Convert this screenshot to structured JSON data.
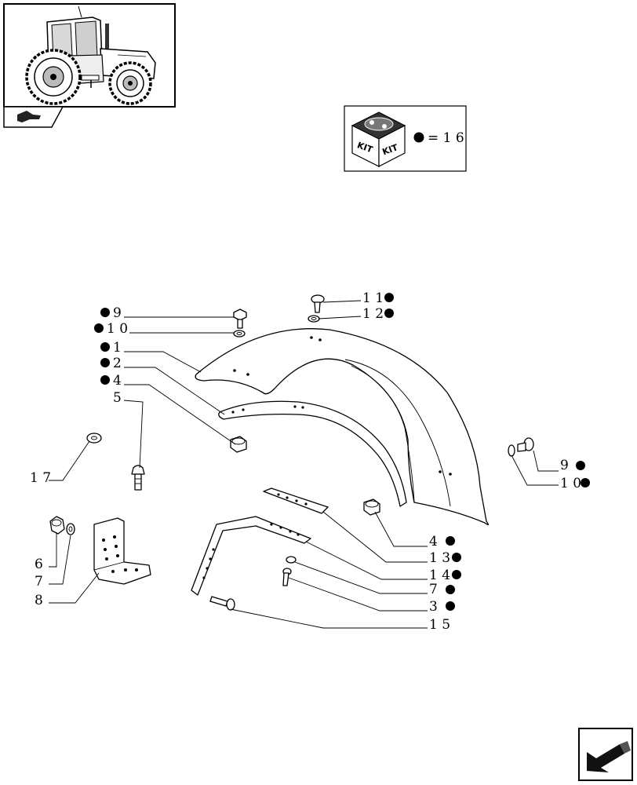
{
  "kit": {
    "text": "KIT",
    "legend": "= 1 6"
  },
  "callouts": [
    {
      "id": "c9",
      "text": "9",
      "dot": "before"
    },
    {
      "id": "c10",
      "text": "1 0",
      "dot": "before"
    },
    {
      "id": "c1",
      "text": "1",
      "dot": "before"
    },
    {
      "id": "c2",
      "text": "2",
      "dot": "before"
    },
    {
      "id": "c4",
      "text": "4",
      "dot": "before"
    },
    {
      "id": "c5",
      "text": "5",
      "dot": "none"
    },
    {
      "id": "c17",
      "text": "1 7",
      "dot": "none"
    },
    {
      "id": "c11",
      "text": "1 1",
      "dot": "after"
    },
    {
      "id": "c12",
      "text": "1 2",
      "dot": "after"
    },
    {
      "id": "c9r",
      "text": "9",
      "dot": "after"
    },
    {
      "id": "c10r",
      "text": "1 0",
      "dot": "after"
    },
    {
      "id": "c4r",
      "text": "4",
      "dot": "after"
    },
    {
      "id": "c13",
      "text": "1 3",
      "dot": "after"
    },
    {
      "id": "c14",
      "text": "1 4",
      "dot": "after"
    },
    {
      "id": "c7r",
      "text": "7",
      "dot": "after"
    },
    {
      "id": "c3",
      "text": "3",
      "dot": "after"
    },
    {
      "id": "c15",
      "text": "1 5",
      "dot": "none"
    },
    {
      "id": "c6",
      "text": "6",
      "dot": "none"
    },
    {
      "id": "c7",
      "text": "7",
      "dot": "none"
    },
    {
      "id": "c8",
      "text": "8",
      "dot": "none"
    }
  ],
  "icons": {
    "thumbnail": "tractor-thumbnail-icon",
    "thumbnail_tab": "pointing-hand-icon",
    "kit_box": "kit-box-icon",
    "nav_corner": "next-page-arrow-icon"
  }
}
